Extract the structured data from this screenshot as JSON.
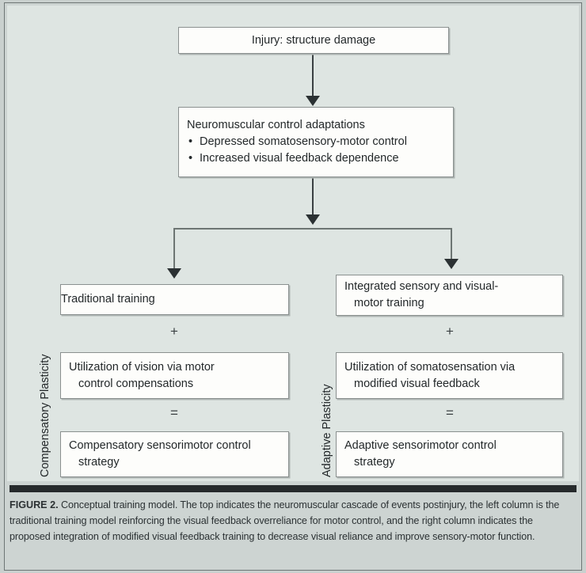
{
  "figure": {
    "label": "FIGURE 2.",
    "caption": "Conceptual training model. The top indicates the neuromuscular cascade of events postinjury, the left column is the traditional training model reinforcing the visual feedback overreliance for motor control, and the right column indicates the proposed integration of modified visual feedback training to decrease visual reliance and improve sensory-motor function."
  },
  "colors": {
    "panel_background": "#dee5e2",
    "caption_background": "#cdd4d2",
    "node_fill": "#fdfdfb",
    "node_border": "#8a908f",
    "connector": "#3a4042",
    "rule": "#262a2c",
    "text": "#23282a"
  },
  "diagram": {
    "type": "flowchart",
    "top": {
      "injury": "Injury: structure damage",
      "adaptations_title": "Neuromuscular control adaptations",
      "adaptations_bullets": [
        "Depressed somatosensory-motor control",
        "Increased visual feedback dependence"
      ]
    },
    "columns": [
      {
        "side_label": "Compensatory Plasticity",
        "steps": [
          "Traditional training",
          "Utilization of vision via motor control compensations",
          "Compensatory sensorimotor control strategy"
        ],
        "operators": [
          "+",
          "="
        ]
      },
      {
        "side_label": "Adaptive Plasticity",
        "steps": [
          "Integrated sensory and visual-motor training",
          "Utilization of somatosensation via modified visual feedback",
          "Adaptive sensorimotor control strategy"
        ],
        "operators": [
          "+",
          "="
        ]
      }
    ],
    "node_text": {
      "trad_line1": "Traditional training",
      "util_vis_line1": "Utilization of vision via motor",
      "util_vis_line2": "control compensations",
      "comp_line1": "Compensatory sensorimotor control",
      "comp_line2": "strategy",
      "integ_line1": "Integrated sensory and visual-",
      "integ_line2": "motor training",
      "util_som_line1": "Utilization of somatosensation via",
      "util_som_line2": "modified visual feedback",
      "adapt_line1": "Adaptive sensorimotor control",
      "adapt_line2": "strategy"
    }
  }
}
